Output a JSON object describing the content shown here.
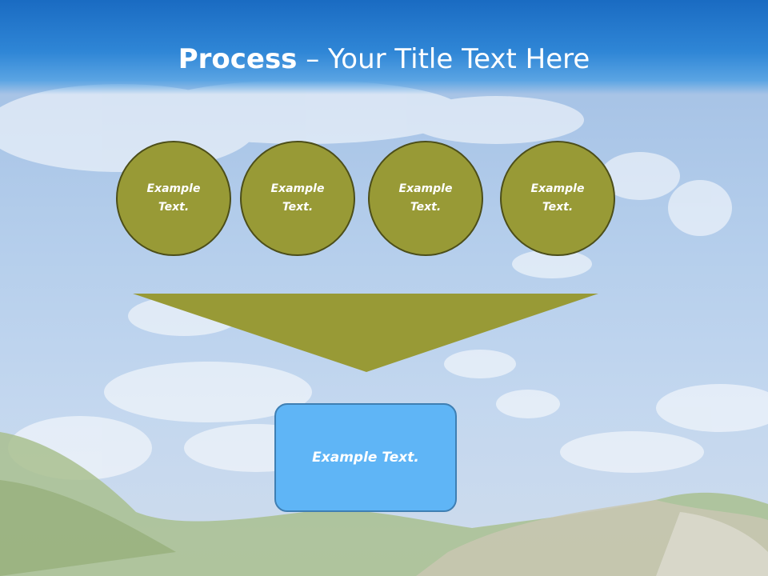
{
  "slide": {
    "title_bold": "Process",
    "title_rest": " – Your Title Text Here",
    "circles": [
      {
        "label": "Example Text."
      },
      {
        "label": "Example Text."
      },
      {
        "label": "Example Text."
      },
      {
        "label": "Example Text."
      }
    ],
    "result_label": "Example Text."
  },
  "colors": {
    "header_blue": "#1a6bc2",
    "circle_fill": "#989a36",
    "circle_border": "#4c4e19",
    "funnel_fill": "#989a36",
    "result_fill": "#5fb5f6",
    "result_border": "#3f7fb3"
  }
}
